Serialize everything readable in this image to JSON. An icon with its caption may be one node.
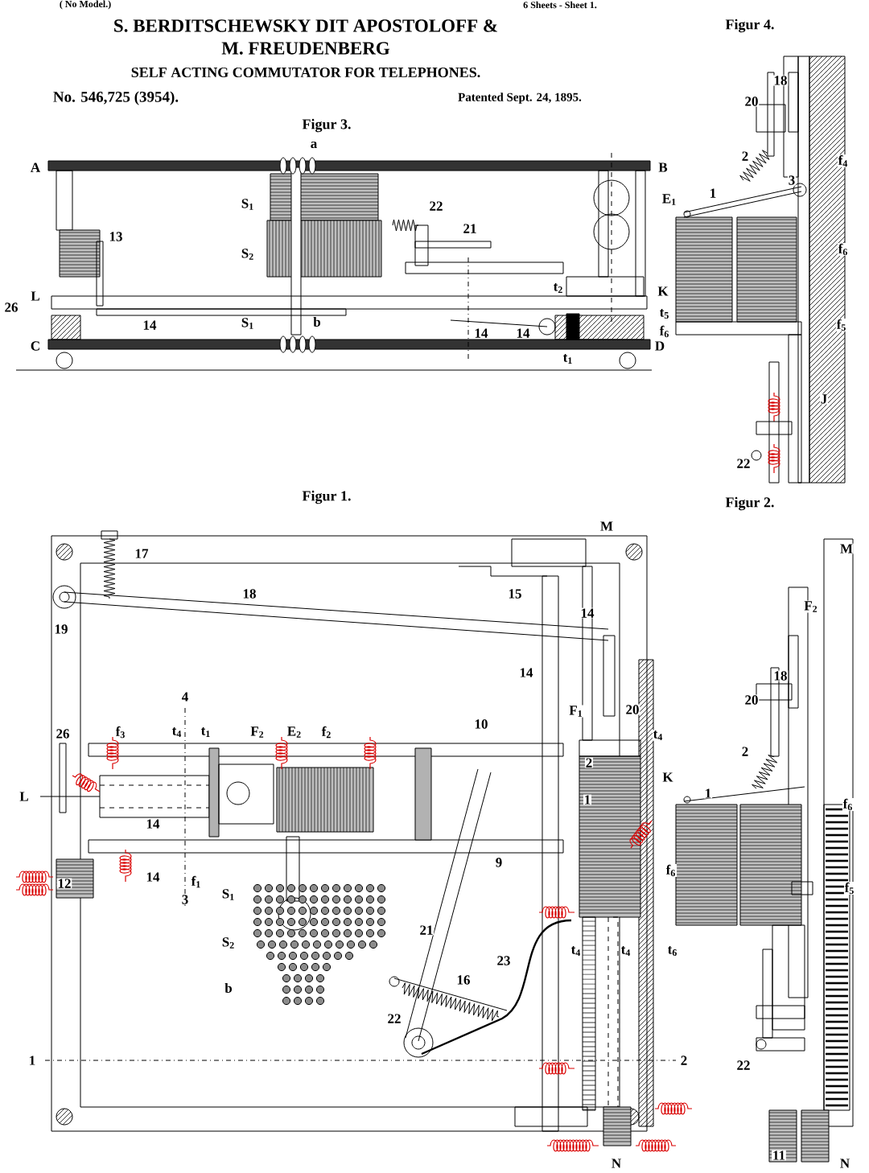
{
  "diagram": {
    "title": "SELF ACTING COMMUTATOR FOR TELEPHONES.",
    "labels": [
      "( No Model.)",
      "6 Sheets - Sheet 1.",
      "S. BERDITSCHEWSKY DIT APOSTOLOFF &",
      "M. FREUDENBERG",
      "No. 546,725 (3954).",
      "Patented Sept. 24, 1895.",
      "Figur 4.",
      "Figur 3.",
      "a",
      "A",
      "B",
      "S$_{1}$",
      "22",
      "21",
      "E$_{1}$",
      "13",
      "S$_{2}$",
      "L",
      "t$_{2}$",
      "K",
      "26",
      "14",
      "S$_{1}$",
      "b",
      "14",
      "14",
      "t$_{5}$",
      "f$_{6}$",
      "C",
      "D",
      "t$_{1}$",
      "18",
      "20",
      "2",
      "1",
      "3",
      "f$_{4}$",
      "f$_{6}$",
      "f$_{5}$",
      "J",
      "22",
      "Figur 2.",
      "Figur 1.",
      "M",
      "17",
      "18",
      "15",
      "19",
      "14",
      "14",
      "F$_{1}$",
      "20",
      "4",
      "10",
      "26",
      "f$_{3}$",
      "t$_{4}$",
      "t$_{1}$",
      "F$_{2}$",
      "E$_{2}$",
      "f$_{2}$",
      "t$_{4}$",
      "2",
      "K",
      "L",
      "1",
      "14",
      "9",
      "f$_{6}$",
      "12",
      "14",
      "f$_{1}$",
      "3",
      "S$_{1}$",
      "S$_{2}$",
      "b",
      "21",
      "23",
      "16",
      "22",
      "t$_{4}$",
      "t$_{4}$",
      "t$_{6}$",
      "1",
      "2",
      "N",
      "M",
      "F$_{2}$",
      "18",
      "20",
      "2",
      "1",
      "f$_{6}$",
      "f$_{5}$",
      "22",
      "11",
      "N"
    ]
  }
}
